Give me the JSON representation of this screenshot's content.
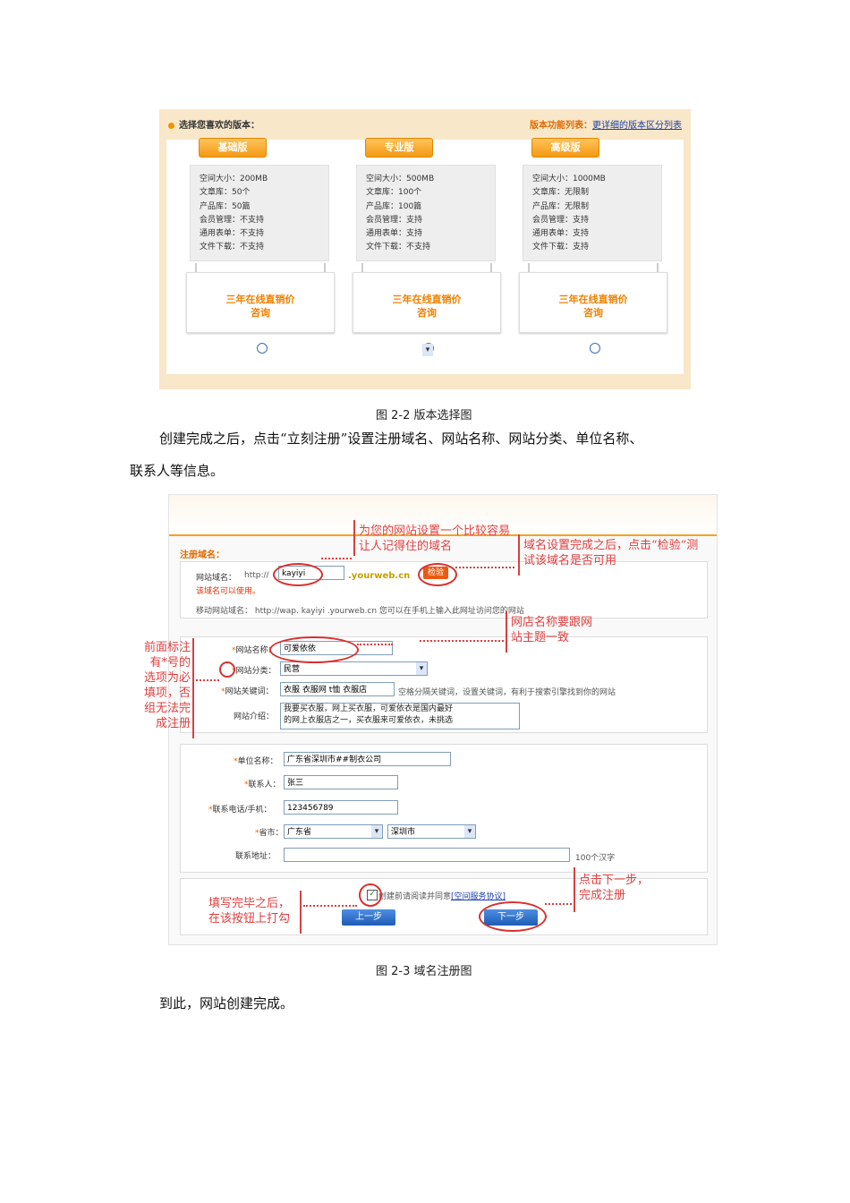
{
  "fig1": {
    "header_left": "选择您喜欢的版本：",
    "header_right_prefix": "版本功能列表：",
    "header_right_link": "更详细的版本区分列表",
    "versions": [
      {
        "tab": "基础版",
        "specs": [
          "空间大小：200MB",
          "文章库：50个",
          "产品库：50篇",
          "会员管理：不支持",
          "通用表单：不支持",
          "文件下载：不支持"
        ],
        "price_line1": "三年在线直销价",
        "price_line2": "咨询",
        "selected": false
      },
      {
        "tab": "专业版",
        "specs": [
          "空间大小：500MB",
          "文章库：100个",
          "产品库：100篇",
          "会员管理：支持",
          "通用表单：支持",
          "文件下载：不支持"
        ],
        "price_line1": "三年在线直销价",
        "price_line2": "咨询",
        "selected": true
      },
      {
        "tab": "高级版",
        "specs": [
          "空间大小：1000MB",
          "文章库：无限制",
          "产品库：无限制",
          "会员管理：支持",
          "通用表单：支持",
          "文件下载：支持"
        ],
        "price_line1": "三年在线直销价",
        "price_line2": "咨询",
        "selected": false
      }
    ]
  },
  "caption1": "图 2-2 版本选择图",
  "para1_line1": "创建完成之后，点击“立刻注册”设置注册域名、网站名称、网站分类、单位名称、",
  "para1_line2": "联系人等信息。",
  "fig2": {
    "section_title": "注册域名：",
    "domain_label": "网站域名：",
    "domain_prefix": "http://",
    "domain_value": "kayiyi",
    "domain_suffix": ".yourweb.cn",
    "check_button": "检验",
    "domain_ok": "该域名可以使用。",
    "mobile_line": "移动网站域名： http://wap. kayiyi .yourweb.cn 您可以在手机上输入此网址访问您的网站",
    "site_name_label": "网站名称：",
    "site_name_value": "可爱依依",
    "category_label": "网站分类：",
    "category_value": "民营",
    "keywords_label": "网站关键词：",
    "keywords_value": "衣服 衣服网 t恤 衣服店",
    "keywords_note": "空格分隔关键词，设置关键词，有利于搜索引擎找到你的网站",
    "intro_label": "网站介绍：",
    "intro_value_line1": "我要买衣服，网上买衣服，可爱依衣是国内最好",
    "intro_value_line2": "的网上衣服店之一，买衣服来可爱依衣，未挑选",
    "company_label": "单位名称：",
    "company_value": "广东省深圳市##制衣公司",
    "contact_label": "联系人：",
    "contact_value": "张三",
    "phone_label": "联系电话/手机：",
    "phone_value": "123456789",
    "province_label": "省市：",
    "province_value": "广东省",
    "city_value": "深圳市",
    "address_label": "联系地址：",
    "address_note": "100个汉字",
    "agree_text": "创建前请阅读并同意",
    "agree_link": "[空间服务协议]",
    "prev_button": "上一步",
    "next_button": "下一步",
    "ann_domain": "为您的网站设置一个比较容易让人记得住的域名",
    "ann_check": "域名设置完成之后，点击“检验”测试该域名是否可用",
    "ann_sitename": "网店名称要跟网站主题一致",
    "ann_required": "前面标注有*号的选项为必填项，否组无法完成注册",
    "ann_next": "点击下一步，完成注册",
    "ann_agree": "填写完毕之后，在该按钮上打勾"
  },
  "caption2": "图 2-3 域名注册图",
  "para2": "到此，网站创建完成。"
}
